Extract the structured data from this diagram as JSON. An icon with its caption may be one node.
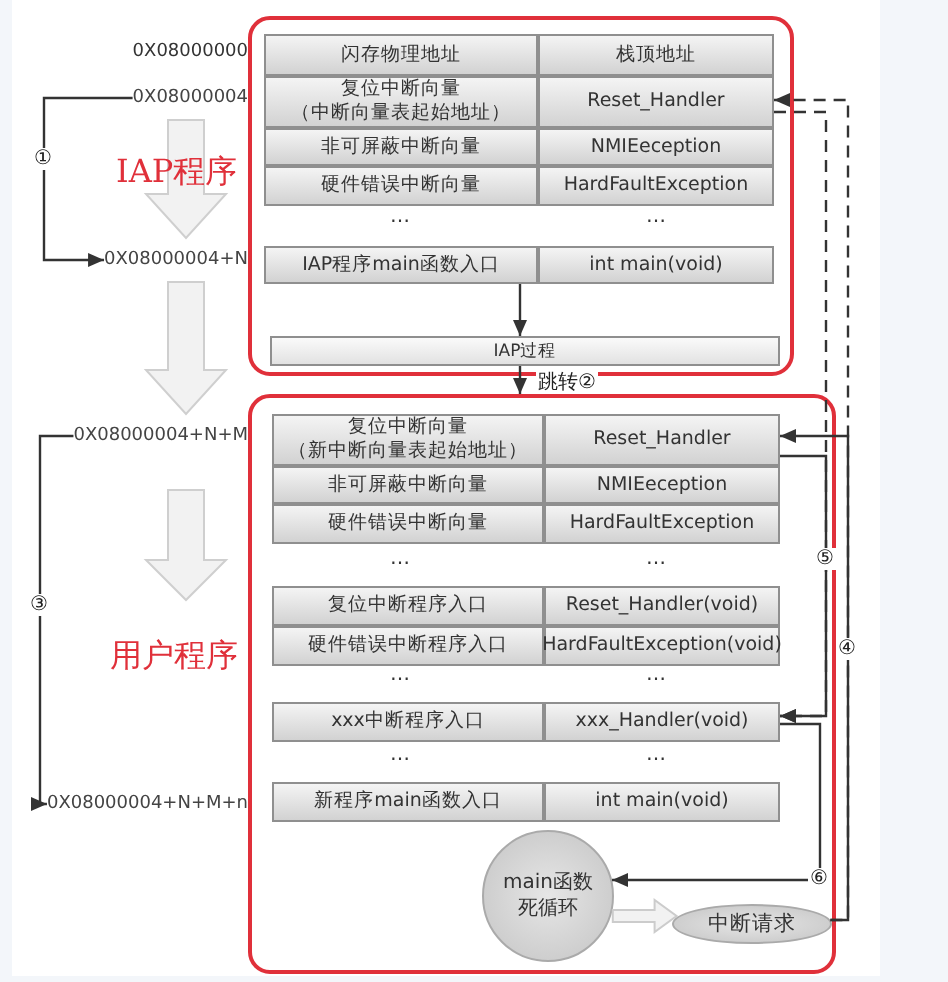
{
  "diagram": {
    "nodes": [
      {
        "text": [],
        "shape": "box"
      },
      {
        "text": [
          "闪存物理地址"
        ],
        "in": 0
      },
      {
        "text": [
          "栈顶地址"
        ],
        "in": 0
      },
      {
        "text": [
          "复位中断向量",
          "（中断向量表起始地址）"
        ],
        "in": 0
      },
      {
        "text": [
          "Reset_Handler"
        ],
        "in": 0
      },
      {
        "text": [
          "非可屏蔽中断向量"
        ],
        "in": 0
      },
      {
        "text": [
          "NMIEeception"
        ],
        "in": 0
      },
      {
        "text": [
          "硬件错误中断向量"
        ],
        "in": 0
      },
      {
        "text": [
          "HardFaultException"
        ],
        "in": 0
      },
      {
        "text": [
          "IAP程序main函数入口"
        ],
        "in": 0
      },
      {
        "text": [
          "int main(void)"
        ],
        "in": 0
      },
      {
        "text": [
          "IAP过程"
        ],
        "in": 0
      },
      {
        "text": [],
        "shape": "box"
      },
      {
        "text": [
          "复位中断向量",
          "（新中断向量表起始地址）"
        ],
        "in": 12
      },
      {
        "text": [
          "Reset_Handler"
        ],
        "in": 12
      },
      {
        "text": [
          "非可屏蔽中断向量"
        ],
        "in": 12
      },
      {
        "text": [
          "NMIEeception"
        ],
        "in": 12
      },
      {
        "text": [
          "硬件错误中断向量"
        ],
        "in": 12
      },
      {
        "text": [
          "HardFaultException"
        ],
        "in": 12
      },
      {
        "text": [
          "复位中断程序入口"
        ],
        "in": 12
      },
      {
        "text": [
          "Reset_Handler(void)"
        ],
        "in": 12
      },
      {
        "text": [
          "硬件错误中断程序入口"
        ],
        "in": 12
      },
      {
        "text": [
          "HardFaultException(void)"
        ],
        "in": 12
      },
      {
        "text": [
          "xxx中断程序入口"
        ],
        "in": 12
      },
      {
        "text": [
          "xxx_Handler(void)"
        ],
        "in": 12
      },
      {
        "text": [
          "新程序main函数入口"
        ],
        "in": 12
      },
      {
        "text": [
          "int main(void)"
        ],
        "in": 12
      },
      {
        "text": [
          "main函数",
          "死循环"
        ],
        "in": 12
      },
      {
        "text": [
          "中断请求"
        ],
        "in": 12
      },
      {
        "text": [
          "0X08000004"
        ]
      },
      {
        "text": [
          "0X08000004+N"
        ]
      },
      {
        "text": [
          "0X08000004+N+M"
        ]
      },
      {
        "text": [
          "0X08000004+N+M+n"
        ]
      }
    ],
    "edges": [
      {
        "from": 9,
        "to": 11,
        "arrow": "to"
      },
      {
        "from": 11,
        "to": 12,
        "arrow": "to",
        "label": "跳转②"
      },
      {
        "from": 29,
        "to": 30,
        "arrow": "to",
        "label": "①"
      },
      {
        "from": 31,
        "to": 32,
        "arrow": "to",
        "label": "③"
      },
      {
        "from": 28,
        "to": 4,
        "arrow": "to",
        "style": "dashed"
      },
      {
        "from": 28,
        "to": 14,
        "arrow": "to",
        "label": "④"
      },
      {
        "from": 14,
        "to": 24,
        "arrow": "to",
        "label": "⑤"
      },
      {
        "from": 4,
        "to": 24,
        "arrow": "to",
        "style": "dashed"
      },
      {
        "from": 24,
        "to": 27,
        "arrow": "to",
        "label": "⑥"
      },
      {
        "from": 27,
        "to": 28,
        "arrow": "to",
        "style": "thick",
        "color": "#cccccc"
      },
      {
        "from": 29,
        "to": 30,
        "arrow": "to",
        "style": "thick",
        "color": "#cfcfcf"
      },
      {
        "from": 30,
        "to": 31,
        "arrow": "to",
        "style": "thick",
        "color": "#cfcfcf"
      }
    ],
    "labels": [
      "0X08000000",
      "IAP程序",
      "…",
      "…",
      "…",
      "…",
      "用户程序",
      "…",
      "…",
      "…",
      "…"
    ]
  }
}
